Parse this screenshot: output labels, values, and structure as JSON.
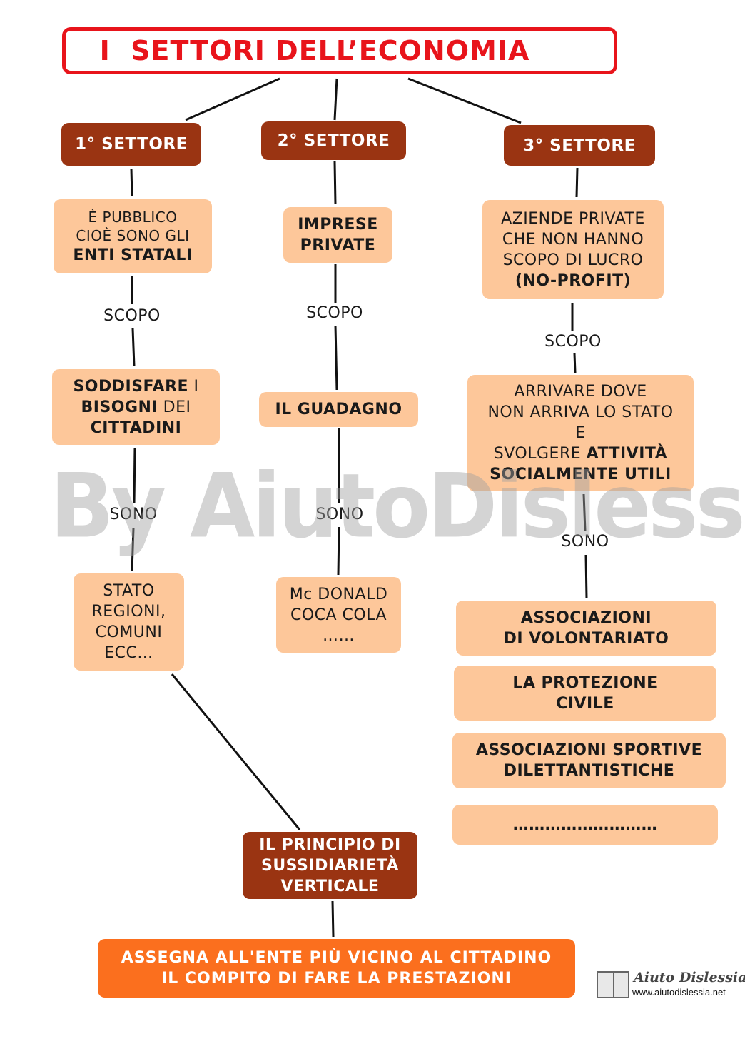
{
  "title": "I  SETTORI DELL’ECONOMIA",
  "sectors": {
    "first": "1° SETTORE",
    "second": "2° SETTORE",
    "third": "3° SETTORE"
  },
  "first": {
    "desc": [
      "È PUBBLICO",
      "CIOÈ SONO GLI",
      "ENTI STATALI"
    ],
    "scopo": "SCOPO",
    "goal": [
      [
        "SODDISFARE",
        " I"
      ],
      [
        "BISOGNI",
        " DEI"
      ],
      [
        "CITTADINI",
        ""
      ]
    ],
    "sono": "SONO",
    "examples": [
      "STATO",
      "REGIONI,",
      "COMUNI",
      "ECC…"
    ]
  },
  "second": {
    "desc": [
      "IMPRESE",
      "PRIVATE"
    ],
    "scopo": "SCOPO",
    "goal": "IL GUADAGNO",
    "sono": "SONO",
    "examples": [
      "Mc DONALD",
      "COCA COLA",
      "……"
    ]
  },
  "third": {
    "desc": [
      "AZIENDE PRIVATE",
      "CHE NON HANNO",
      "SCOPO DI LUCRO",
      "(NO-PROFIT)"
    ],
    "scopo": "SCOPO",
    "goal": [
      "ARRIVARE DOVE",
      "NON ARRIVA LO STATO",
      "E",
      "SVOLGERE ",
      "ATTIVITÀ",
      "SOCIALMENTE UTILI"
    ],
    "sono": "SONO",
    "examples": [
      [
        "ASSOCIAZIONI",
        "DI VOLONTARIATO"
      ],
      [
        "LA PROTEZIONE",
        "CIVILE"
      ],
      [
        "ASSOCIAZIONI SPORTIVE",
        "DILETTANTISTICHE"
      ],
      [
        "………………………"
      ]
    ]
  },
  "principle": [
    "IL PRINCIPIO DI",
    "SUSSIDIARIETÀ",
    "VERTICALE"
  ],
  "assegna": [
    "ASSEGNA ALL'ENTE PIÙ VICINO AL CITTADINO",
    "IL COMPITO DI FARE LA PRESTAZIONI"
  ],
  "watermark": "By AiutoDislessia.net",
  "logo": {
    "name": "Aiuto Dislessia",
    "url": "www.aiutodislessia.net"
  },
  "colors": {
    "title_red": "#e8141b",
    "sector_brown": "#9a3412",
    "node_peach": "#fdc79a",
    "assegna_orange": "#fb6f1e"
  }
}
